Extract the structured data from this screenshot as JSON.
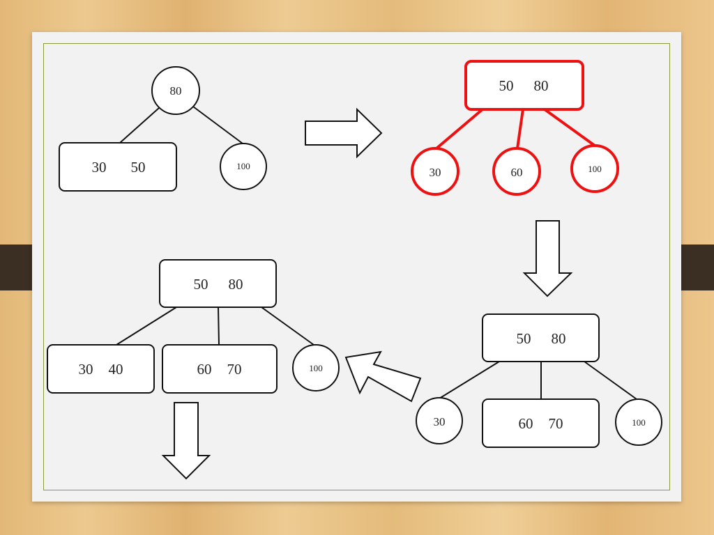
{
  "stage1": {
    "root": "80",
    "left": [
      "30",
      "50"
    ],
    "right": "100"
  },
  "stage2": {
    "root": [
      "50",
      "80"
    ],
    "children": [
      "30",
      "60",
      "100"
    ],
    "highlight_color": "#ee1111"
  },
  "stage3": {
    "root": [
      "50",
      "80"
    ],
    "left": "30",
    "middle": [
      "60",
      "70"
    ],
    "right": "100"
  },
  "stage4": {
    "root": [
      "50",
      "80"
    ],
    "left": [
      "30",
      "40"
    ],
    "middle": [
      "60",
      "70"
    ],
    "right": "100"
  }
}
